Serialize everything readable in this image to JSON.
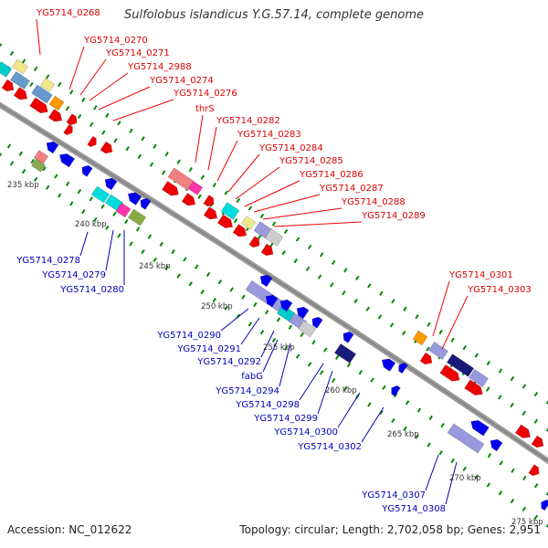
{
  "title": "Sulfolobus islandicus Y.G.57.14, complete genome",
  "footer": {
    "accession": "Accession: NC_012622",
    "summary": "Topology: circular; Length: 2,702,058 bp; Genes: 2,951"
  },
  "colors": {
    "forward_label": "#dd0000",
    "reverse_label": "#0000bb",
    "backbone": "#999999",
    "tick": "#008800"
  },
  "kbp_labels": [
    "235 kbp",
    "240 kbp",
    "245 kbp",
    "250 kbp",
    "255 kbp",
    "260 kbp",
    "265 kbp",
    "270 kbp",
    "275 kbp"
  ],
  "forward_genes": [
    "YG5714_0268",
    "YG5714_0270",
    "YG5714_0271",
    "YG5714_2988",
    "YG5714_0274",
    "YG5714_0276",
    "thrS",
    "YG5714_0282",
    "YG5714_0283",
    "YG5714_0284",
    "YG5714_0285",
    "YG5714_0286",
    "YG5714_0287",
    "YG5714_0288",
    "YG5714_0289",
    "YG5714_0301",
    "YG5714_0303"
  ],
  "reverse_genes": [
    "YG5714_0278",
    "YG5714_0279",
    "YG5714_0280",
    "YG5714_0290",
    "YG5714_0291",
    "YG5714_0292",
    "fabG",
    "YG5714_0294",
    "YG5714_0298",
    "YG5714_0299",
    "YG5714_0300",
    "YG5714_0302",
    "YG5714_0307",
    "YG5714_0308"
  ]
}
